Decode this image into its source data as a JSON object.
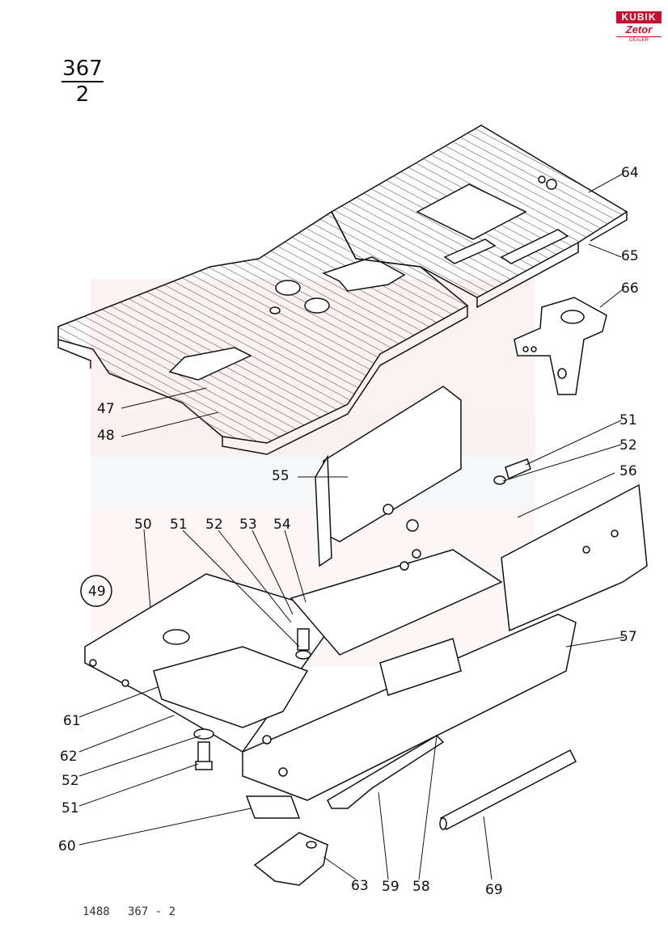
{
  "header": {
    "group_numerator": "367",
    "group_denominator": "2"
  },
  "logo": {
    "line1": "KUBIK",
    "line2": "Zetor",
    "line3": "DEALER"
  },
  "footer": {
    "left": "1488",
    "right": "367 - 2"
  },
  "colors": {
    "ink": "#111111",
    "watermark": "#f3c9c9",
    "brand_red": "#c8102e"
  },
  "callouts": {
    "c64": "64",
    "c65": "65",
    "c66": "66",
    "c47": "47",
    "c48": "48",
    "c55": "55",
    "c51a": "51",
    "c52a": "52",
    "c56": "56",
    "c50": "50",
    "c51b": "51",
    "c52b": "52",
    "c53": "53",
    "c54": "54",
    "c49": "49",
    "c57": "57",
    "c61": "61",
    "c62": "62",
    "c52c": "52",
    "c51c": "51",
    "c60": "60",
    "c63": "63",
    "c59": "59",
    "c58": "58",
    "c69": "69"
  }
}
